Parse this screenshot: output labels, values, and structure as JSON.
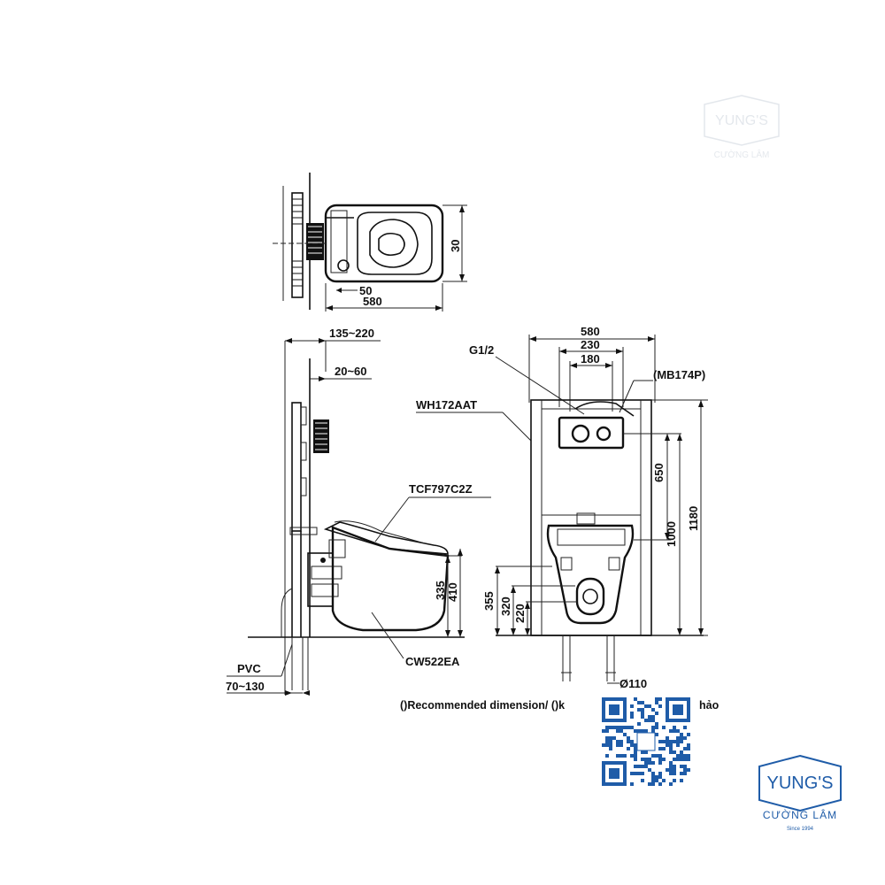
{
  "top_view": {
    "dim_width": "580",
    "dim_offset": "50",
    "dim_side": "30"
  },
  "side_view": {
    "dim_top": "135~220",
    "dim_top2": "20~60",
    "model_seat": "TCF797C2Z",
    "model_bowl": "CW522EA",
    "dim_h1": "335",
    "dim_h2": "410",
    "pvc_label": "PVC",
    "pvc_range": "70~130"
  },
  "front_view": {
    "dim_width": "580",
    "dim_inner": "230",
    "dim_plate": "180",
    "g_label": "G1/2",
    "mb_label": "(MB174P)",
    "frame_label": "WH172AAT",
    "dim_650": "650",
    "dim_1000": "1000",
    "dim_1180": "1180",
    "dim_355": "355",
    "dim_320": "320",
    "dim_220": "220",
    "dia_label": "Ø110"
  },
  "footnote": {
    "left": "()Recommended dimension/ ()k",
    "right": "hảo"
  },
  "watermark": {
    "brand": "YUNG'S",
    "sub": "CƯỜNG LÂM"
  },
  "logo": {
    "brand": "YUNG'S",
    "sub": "CƯỜNG LÂM",
    "since": "Since 1994",
    "color": "#1f5ca8"
  },
  "qr": {
    "color": "#1f5ca8"
  }
}
